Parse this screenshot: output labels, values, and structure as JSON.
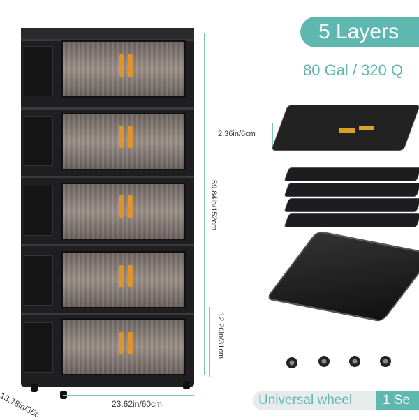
{
  "header": {
    "layers_label": "5 Layers",
    "capacity_label": "80 Gal / 320 Q"
  },
  "dimensions": {
    "height": "59.84in/152cm",
    "bottom_layer_height": "12.20in/31cm",
    "width": "23.62in/60cm",
    "depth": "13.78in/35c",
    "folded_thickness": "2.36in/6cm"
  },
  "footer": {
    "wheel_label": "Universal wheel",
    "set_label": "1 Se"
  },
  "colors": {
    "accent": "#5fb8b0",
    "handle": "#e0932c",
    "cabinet": "#1f1f21"
  },
  "icons": {
    "caster": "caster-wheel-icon"
  }
}
